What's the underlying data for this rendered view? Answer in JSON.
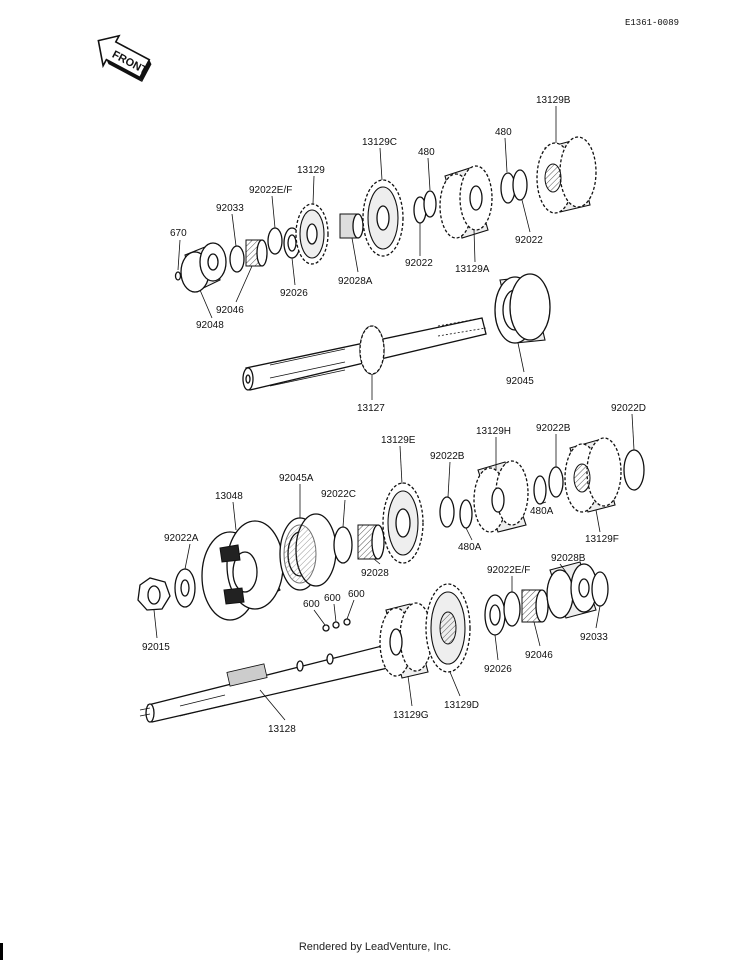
{
  "diagram_code": "E1361-0089",
  "front_label": "FRONT",
  "footer_text": "Rendered by LeadVenture, Inc.",
  "part_labels": [
    {
      "id": "670",
      "text": "670"
    },
    {
      "id": "92033_a",
      "text": "92033"
    },
    {
      "id": "92022ef_a",
      "text": "92022E/F"
    },
    {
      "id": "13129",
      "text": "13129"
    },
    {
      "id": "13129c",
      "text": "13129C"
    },
    {
      "id": "480_a",
      "text": "480"
    },
    {
      "id": "480_b",
      "text": "480"
    },
    {
      "id": "13129b",
      "text": "13129B"
    },
    {
      "id": "92022_a",
      "text": "92022"
    },
    {
      "id": "92022_b",
      "text": "92022"
    },
    {
      "id": "13129a",
      "text": "13129A"
    },
    {
      "id": "92028a",
      "text": "92028A"
    },
    {
      "id": "92026_a",
      "text": "92026"
    },
    {
      "id": "92046_a",
      "text": "92046"
    },
    {
      "id": "92048",
      "text": "92048"
    },
    {
      "id": "92045",
      "text": "92045"
    },
    {
      "id": "13127",
      "text": "13127"
    },
    {
      "id": "13129e",
      "text": "13129E"
    },
    {
      "id": "13129h",
      "text": "13129H"
    },
    {
      "id": "92022b_a",
      "text": "92022B"
    },
    {
      "id": "92022b_b",
      "text": "92022B"
    },
    {
      "id": "92022d",
      "text": "92022D"
    },
    {
      "id": "92045a",
      "text": "92045A"
    },
    {
      "id": "92022c",
      "text": "92022C"
    },
    {
      "id": "13048",
      "text": "13048"
    },
    {
      "id": "92022a",
      "text": "92022A"
    },
    {
      "id": "480a_a",
      "text": "480A"
    },
    {
      "id": "480a_b",
      "text": "480A"
    },
    {
      "id": "13129f",
      "text": "13129F"
    },
    {
      "id": "92028",
      "text": "92028"
    },
    {
      "id": "92028b",
      "text": "92028B"
    },
    {
      "id": "92022ef_b",
      "text": "92022E/F"
    },
    {
      "id": "600_a",
      "text": "600"
    },
    {
      "id": "600_b",
      "text": "600"
    },
    {
      "id": "600_c",
      "text": "600"
    },
    {
      "id": "92015",
      "text": "92015"
    },
    {
      "id": "92033_b",
      "text": "92033"
    },
    {
      "id": "92046_b",
      "text": "92046"
    },
    {
      "id": "92026_b",
      "text": "92026"
    },
    {
      "id": "13128",
      "text": "13128"
    },
    {
      "id": "13129g",
      "text": "13129G"
    },
    {
      "id": "13129d",
      "text": "13129D"
    }
  ]
}
